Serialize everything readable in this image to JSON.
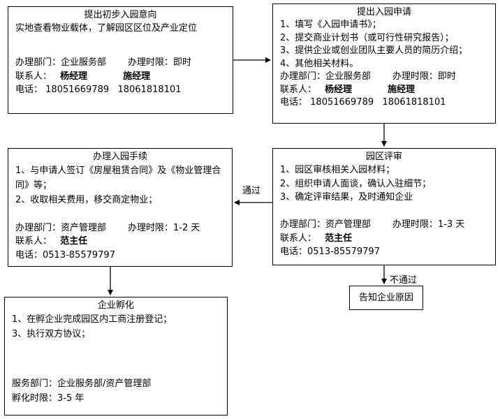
{
  "box1": {
    "title": "提出初步入园意向",
    "desc": "实地查看物业载体，了解园区区位及产业定位",
    "dept_label": "办理部门：",
    "dept": "企业服务部",
    "time_label": "办理时限：",
    "time": "即时",
    "contact_label": "联系人：",
    "contact1": "杨经理",
    "contact2": "施经理",
    "phone_label": "电话：",
    "phone": "18051669789   18061818101"
  },
  "box2": {
    "title": "提出入园申请",
    "items": [
      "1、填写《入园申请书》；",
      "2、提交商业计划书（或可行性研究报告）；",
      "3、提供企业或创业团队主要人员的简历介绍；",
      "4、其他相关材料。"
    ],
    "dept_label": "办理部门：",
    "dept": "企业服务部",
    "time_label": "办理时限：",
    "time": "即时",
    "contact_label": "联系人：",
    "contact1": "杨经理",
    "contact2": "施经理",
    "phone_label": "电话：",
    "phone": "18051669789   18061818101"
  },
  "box3": {
    "title": "园区评审",
    "items": [
      "1、园区审核相关入园材料；",
      "2、组织申请人面谈，确认入驻细节；",
      "3、确定评审结果，及时通知企业"
    ],
    "dept_label": "办理部门：",
    "dept": "资产管理部",
    "time_label": "办理时限：",
    "time": "1-3 天",
    "contact_label": "联系人：",
    "contact1": "范主任",
    "phone_label": "电话：",
    "phone": "0513-85579797"
  },
  "box4": {
    "title": "办理入园手续",
    "items": [
      "1、与申请人签订《房屋租赁合同》及《物业管理合",
      "同》等；",
      "2、收取相关费用，移交商定物业；"
    ],
    "dept_label": "办理部门：",
    "dept": "资产管理部",
    "time_label": "办理时限：",
    "time": "1-2 天",
    "contact_label": "联系人：",
    "contact1": "范主任",
    "phone_label": "电话：",
    "phone": "0513-85579797"
  },
  "box5": {
    "title": "企业孵化",
    "items": [
      "1、在孵企业完成园区内工商注册登记；",
      "3、执行双方协议；"
    ],
    "dept_label": "服务部门：",
    "dept": "企业服务部/资产管理部",
    "time_label": "孵化时限：",
    "time": "3-5 年"
  },
  "box6": {
    "text": "告知企业原因"
  },
  "labels": {
    "pass": "通过",
    "fail": "不通过"
  }
}
